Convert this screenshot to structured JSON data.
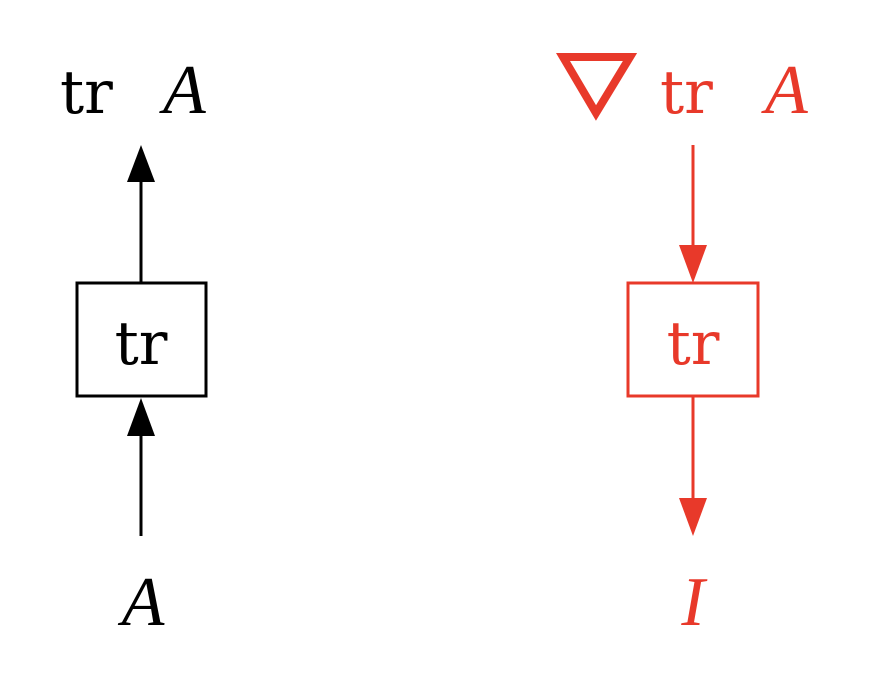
{
  "colors": {
    "forward": "#000000",
    "backward": "#e8392a"
  },
  "forward": {
    "output": {
      "op": "tr",
      "var": "A"
    },
    "node_label": "tr",
    "input": "A"
  },
  "backward": {
    "output": {
      "grad": "∇",
      "op": "tr",
      "var": "A"
    },
    "node_label": "tr",
    "result": "I"
  }
}
